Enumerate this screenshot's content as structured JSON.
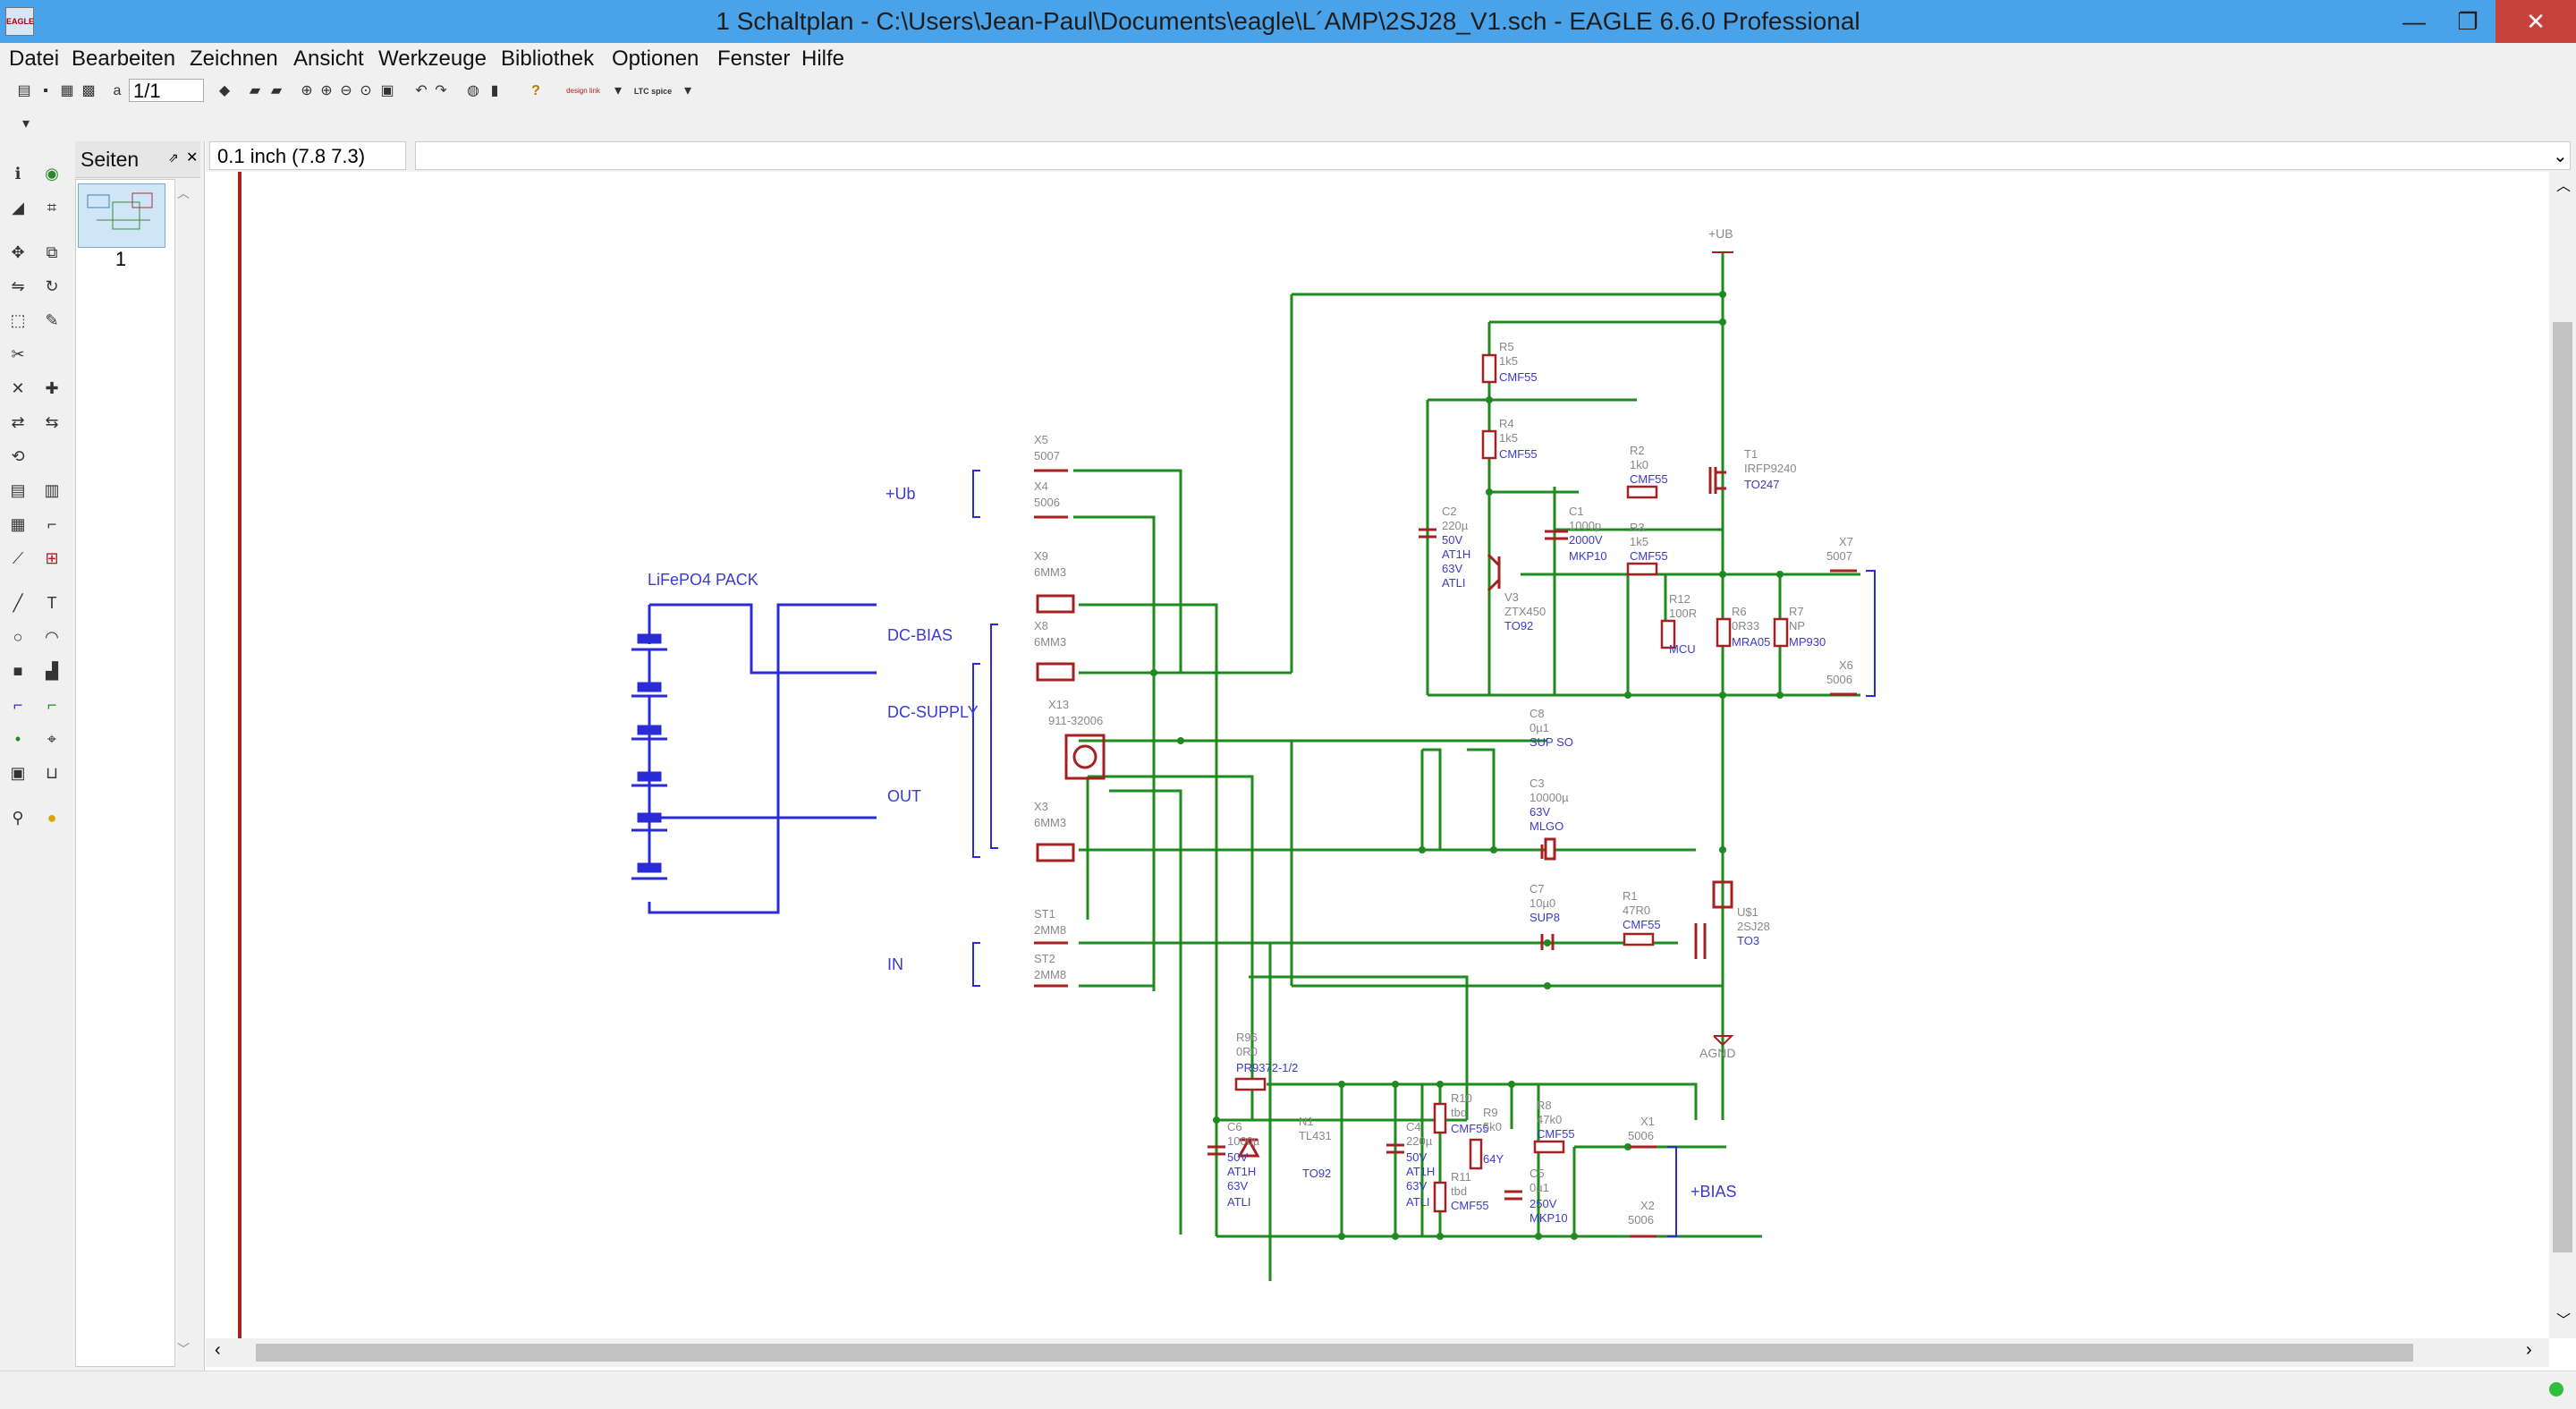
{
  "window": {
    "title": "1 Schaltplan - C:\\Users\\Jean-Paul\\Documents\\eagle\\L´AMP\\2SJ28_V1.sch - EAGLE 6.6.0 Professional",
    "app_icon_text": "EAGLE",
    "minimize": "—",
    "restore": "❐",
    "close": "✕"
  },
  "menu": [
    "Datei",
    "Bearbeiten",
    "Zeichnen",
    "Ansicht",
    "Werkzeuge",
    "Bibliothek",
    "Optionen",
    "Fenster",
    "Hilfe"
  ],
  "toolbar": {
    "sheet_select": "1/1",
    "design_link": "design link",
    "ltc": "LTC spice"
  },
  "pages_panel": {
    "title": "Seiten",
    "page_label": "1"
  },
  "cmdbar": {
    "coordinates": "0.1 inch (7.8 7.3)",
    "command": ""
  },
  "schematic": {
    "labels": {
      "lifepo4": "LiFePO4 PACK",
      "ub": "+Ub",
      "dc_bias": "DC-BIAS",
      "dc_supply": "DC-SUPPLY",
      "out": "OUT",
      "in": "IN",
      "bias": "+BIAS",
      "vub": "+UB",
      "agnd": "AGND"
    },
    "parts": [
      {
        "name": "X5",
        "value": "5007"
      },
      {
        "name": "X4",
        "value": "5006"
      },
      {
        "name": "X9",
        "value": "6MM3"
      },
      {
        "name": "X8",
        "value": "6MM3"
      },
      {
        "name": "X13",
        "value": "911-32006"
      },
      {
        "name": "X3",
        "value": "6MM3"
      },
      {
        "name": "ST1",
        "value": "2MM8"
      },
      {
        "name": "ST2",
        "value": "2MM8"
      },
      {
        "name": "R5",
        "value": "1k5",
        "pkg": "CMF55"
      },
      {
        "name": "R4",
        "value": "1k5",
        "pkg": "CMF55"
      },
      {
        "name": "R2",
        "value": "1k0",
        "pkg": "CMF55"
      },
      {
        "name": "R3",
        "value": "1k5",
        "pkg": "CMF55"
      },
      {
        "name": "T1",
        "value": "IRFP9240",
        "pkg": "TO247"
      },
      {
        "name": "C2",
        "value": "220µ",
        "v": "50V",
        "pkg": "AT1H",
        "v2": "63V",
        "pkg2": "ATLI"
      },
      {
        "name": "C1",
        "value": "1000p",
        "v": "2000V",
        "pkg": "MKP10"
      },
      {
        "name": "V3",
        "value": "ZTX450",
        "pkg": "TO92"
      },
      {
        "name": "R12",
        "value": "100R",
        "pkg": "MCU"
      },
      {
        "name": "R6",
        "value": "0R33",
        "pkg": "MRA05"
      },
      {
        "name": "R7",
        "value": "NP",
        "pkg": "MP930"
      },
      {
        "name": "X7",
        "value": "5007"
      },
      {
        "name": "X6",
        "value": "5006"
      },
      {
        "name": "C8",
        "value": "0µ1",
        "pkg": "SUP SO"
      },
      {
        "name": "C3",
        "value": "10000µ",
        "v": "63V",
        "pkg": "MLGO"
      },
      {
        "name": "C7",
        "value": "10µ0",
        "pkg": "SUP8"
      },
      {
        "name": "R1",
        "value": "47R0",
        "pkg": "CMF55"
      },
      {
        "name": "U$1",
        "value": "2SJ28",
        "pkg": "TO3"
      },
      {
        "name": "R96",
        "value": "0R0",
        "pkg": "PR9372-1/2"
      },
      {
        "name": "C6",
        "value": "1000µ",
        "v": "50V",
        "pkg": "AT1H",
        "v2": "63V",
        "pkg2": "ATLI"
      },
      {
        "name": "N1",
        "value": "TL431",
        "pkg": "TO92"
      },
      {
        "name": "R10",
        "value": "tbd",
        "pkg": "CMF55"
      },
      {
        "name": "R11",
        "value": "tbd",
        "pkg": "CMF55"
      },
      {
        "name": "C4",
        "value": "220µ",
        "v": "50V",
        "pkg": "AT1H",
        "v2": "63V",
        "pkg2": "ATLI"
      },
      {
        "name": "R9",
        "value": "5k0",
        "pkg": "64Y"
      },
      {
        "name": "R8",
        "value": "47k0",
        "pkg": "CMF55"
      },
      {
        "name": "C5",
        "value": "0µ1",
        "v": "250V",
        "pkg": "MKP10"
      },
      {
        "name": "X1",
        "value": "5006"
      },
      {
        "name": "X2",
        "value": "5006"
      }
    ]
  },
  "colors": {
    "net": "#1f8a1f",
    "part": "#a52020",
    "label": "#3a3acf",
    "bus": "#2b2bd6",
    "frame": "#a52020"
  }
}
